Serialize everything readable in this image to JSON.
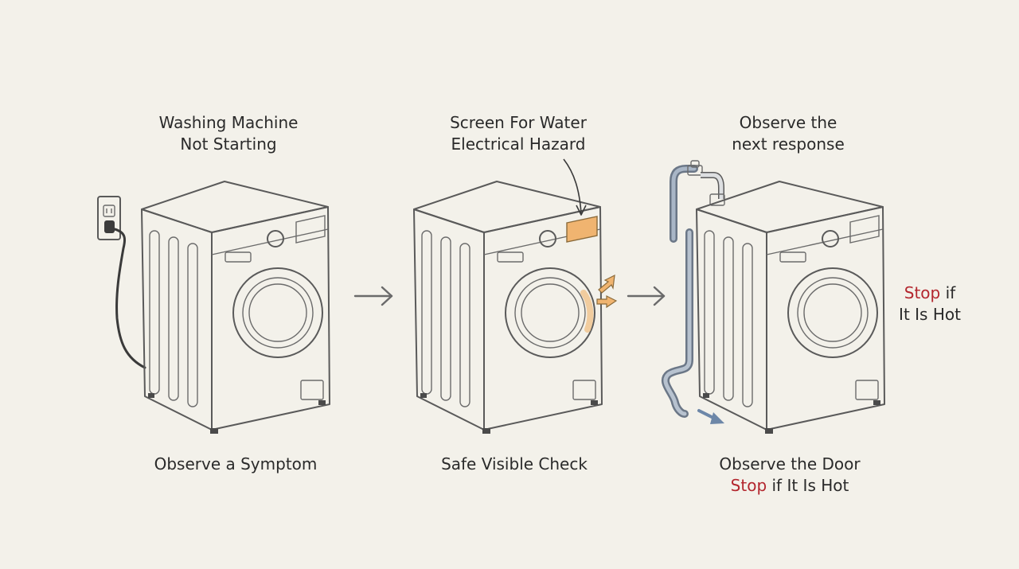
{
  "steps": [
    {
      "top_label_line1": "Washing Machine",
      "top_label_line2": "Not Starting",
      "bottom_label": "Observe a Symptom"
    },
    {
      "top_label_line1": "Screen For Water",
      "top_label_line2": "Electrical Hazard",
      "bottom_label": "Safe Visible Check"
    },
    {
      "top_label_line1": "Observe the",
      "top_label_line2": "next response",
      "bottom_label_line1": "Observe the Door",
      "bottom_label_line2_stop": "Stop",
      "bottom_label_line2_rest": " if It Is Hot"
    }
  ],
  "side_note": {
    "stop": "Stop",
    "line1_rest": " if",
    "line2": "It Is Hot"
  },
  "colors": {
    "background": "#f3f1ea",
    "stop_text": "#b3262e",
    "hazard_highlight": "#f0b470",
    "hot_drum": "#d9a35a",
    "drum_blue": "#8fa6bf",
    "drain_arrow": "#6d87a8"
  },
  "icons": [
    "power-outlet-icon",
    "power-cord-icon",
    "arrow-right-icon",
    "water-tap-icon",
    "drain-hose-icon",
    "drain-arrow-icon"
  ]
}
